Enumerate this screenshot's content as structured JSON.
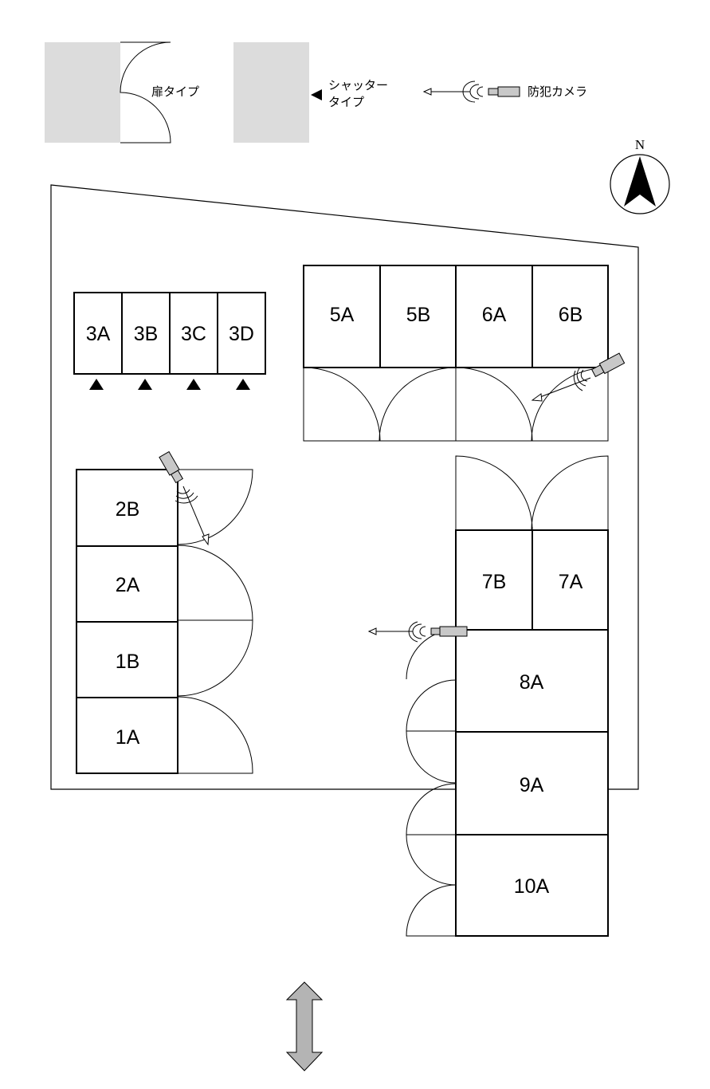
{
  "legend": {
    "door_type": "扉タイプ",
    "shutter_type_line1": "シャッター",
    "shutter_type_line2": "タイプ",
    "camera": "防犯カメラ"
  },
  "compass": {
    "north": "N"
  },
  "units": {
    "u3A": "3A",
    "u3B": "3B",
    "u3C": "3C",
    "u3D": "3D",
    "u5A": "5A",
    "u5B": "5B",
    "u6A": "6A",
    "u6B": "6B",
    "u2B": "2B",
    "u2A": "2A",
    "u1B": "1B",
    "u1A": "1A",
    "u7B": "7B",
    "u7A": "7A",
    "u8A": "8A",
    "u9A": "9A",
    "u10A": "10A"
  },
  "colors": {
    "legend_fill": "#dcdcdc",
    "arrow_fill": "#b4b4b4",
    "camera_fill": "#c8c8c8",
    "line": "#000000"
  }
}
